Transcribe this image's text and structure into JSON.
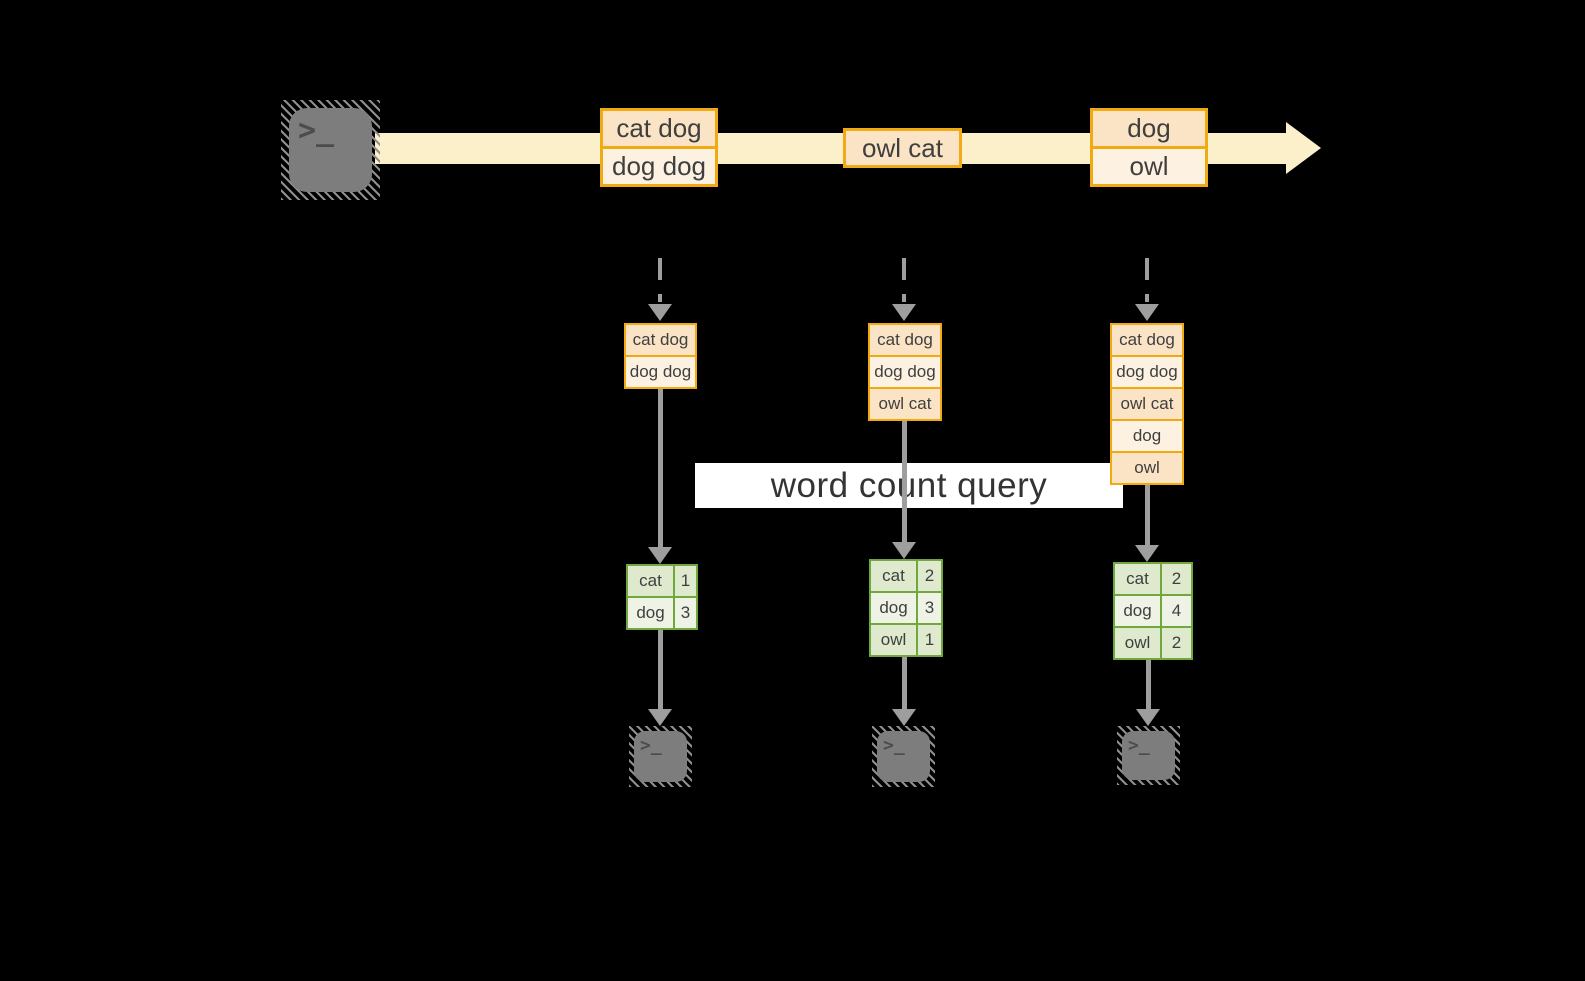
{
  "query_label": "word count query",
  "prompt_glyph": ">_",
  "stream": {
    "batches": [
      {
        "lines": [
          "cat dog",
          "dog dog"
        ]
      },
      {
        "lines": [
          "owl cat"
        ]
      },
      {
        "lines": [
          "dog",
          "owl"
        ]
      }
    ]
  },
  "columns": [
    {
      "input": [
        "cat dog",
        "dog dog"
      ],
      "result": [
        {
          "word": "cat",
          "count": "1"
        },
        {
          "word": "dog",
          "count": "3"
        }
      ]
    },
    {
      "input": [
        "cat dog",
        "dog dog",
        "owl cat"
      ],
      "result": [
        {
          "word": "cat",
          "count": "2"
        },
        {
          "word": "dog",
          "count": "3"
        },
        {
          "word": "owl",
          "count": "1"
        }
      ]
    },
    {
      "input": [
        "cat dog",
        "dog dog",
        "owl cat",
        "dog",
        "owl"
      ],
      "result": [
        {
          "word": "cat",
          "count": "2"
        },
        {
          "word": "dog",
          "count": "4"
        },
        {
          "word": "owl",
          "count": "2"
        }
      ]
    }
  ],
  "colors": {
    "band": "#fcf0cb",
    "orange": "#f2aa12",
    "peach_dark": "#fbe3c5",
    "peach_light": "#fdf2e2",
    "green_border": "#70a83d",
    "green_dark": "#dee9cd",
    "green_light": "#eef3e5",
    "arrow_gray": "#9e9e9e",
    "terminal_gray": "#7d7d7d"
  }
}
